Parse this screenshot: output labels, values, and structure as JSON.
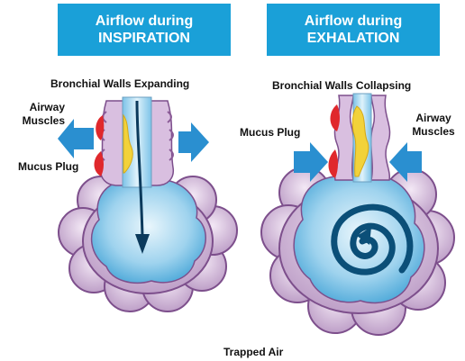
{
  "panels": {
    "inspiration": {
      "title_line1": "Airflow during",
      "title_line2": "INSPIRATION",
      "caption": "Bronchial Walls Expanding"
    },
    "exhalation": {
      "title_line1": "Airflow during",
      "title_line2": "EXHALATION",
      "caption": "Bronchial Walls Collapsing"
    }
  },
  "labels": {
    "left_airway_1": "Airway",
    "left_airway_2": "Muscles",
    "left_mucus": "Mucus Plug",
    "right_mucus": "Mucus Plug",
    "right_airway_1": "Airway",
    "right_airway_2": "Muscles",
    "trapped_air": "Trapped Air"
  },
  "colors": {
    "title_bg": "#1aa0d8",
    "arrow_blue": "#2a8fd0",
    "muscle_red": "#e0282c",
    "mucus_yellow": "#f2d23a",
    "wall_purple": "#c8a6cf",
    "wall_outline": "#8a5a96",
    "air_blue_light": "#d6eef8",
    "air_blue_dark": "#5fb6e0",
    "spiral_dark": "#0b4f78"
  }
}
